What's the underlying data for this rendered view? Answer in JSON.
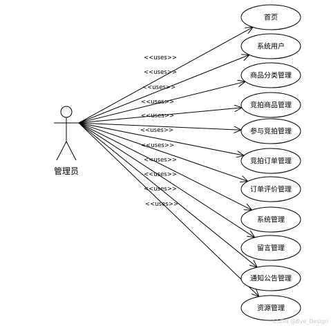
{
  "actor": {
    "name": "管理员"
  },
  "relationship_label": "<<uses>>",
  "use_cases": [
    {
      "label": "首页"
    },
    {
      "label": "系统用户"
    },
    {
      "label": "商品分类管理"
    },
    {
      "label": "竞拍商品管理"
    },
    {
      "label": "参与竞拍管理"
    },
    {
      "label": "竞拍订单管理"
    },
    {
      "label": "订单评价管理"
    },
    {
      "label": "系统管理"
    },
    {
      "label": "留言管理"
    },
    {
      "label": "通知公告管理"
    },
    {
      "label": "资源管理"
    }
  ],
  "watermark": "CSDN @Bye_Design"
}
